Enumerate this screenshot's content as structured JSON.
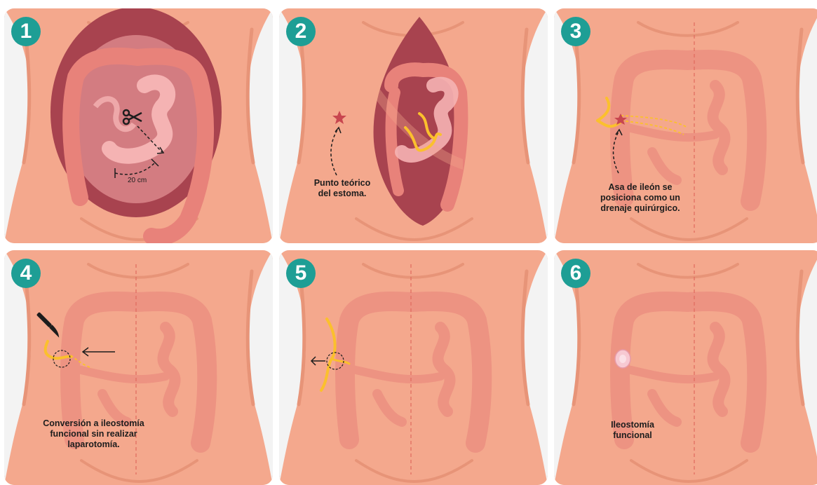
{
  "colors": {
    "badge": "#1e9e95",
    "skin": "#f4a88d",
    "skin_shadow": "#e79478",
    "cavity": "#a8434f",
    "colon": "#e8827a",
    "small_intestine": "#f5b3b3",
    "ileum_loop": "#fbc02d",
    "caption_text": "#1d1d1d"
  },
  "panels": [
    {
      "step": "1",
      "icons": [
        "scissors-icon"
      ],
      "dimension_label": "20 cm",
      "caption": ""
    },
    {
      "step": "2",
      "icons": [
        "star-icon"
      ],
      "caption": "Punto teórico del estoma."
    },
    {
      "step": "3",
      "icons": [
        "star-icon"
      ],
      "caption": "Asa de ileón se posiciona como un drenaje quirúrgico."
    },
    {
      "step": "4",
      "icons": [
        "scalpel-icon"
      ],
      "caption": "Conversión a ileostomía funcional sin realizar laparotomía."
    },
    {
      "step": "5",
      "icons": [],
      "caption": ""
    },
    {
      "step": "6",
      "icons": [
        "stoma-icon"
      ],
      "caption": "Ileostomía funcional"
    }
  ]
}
